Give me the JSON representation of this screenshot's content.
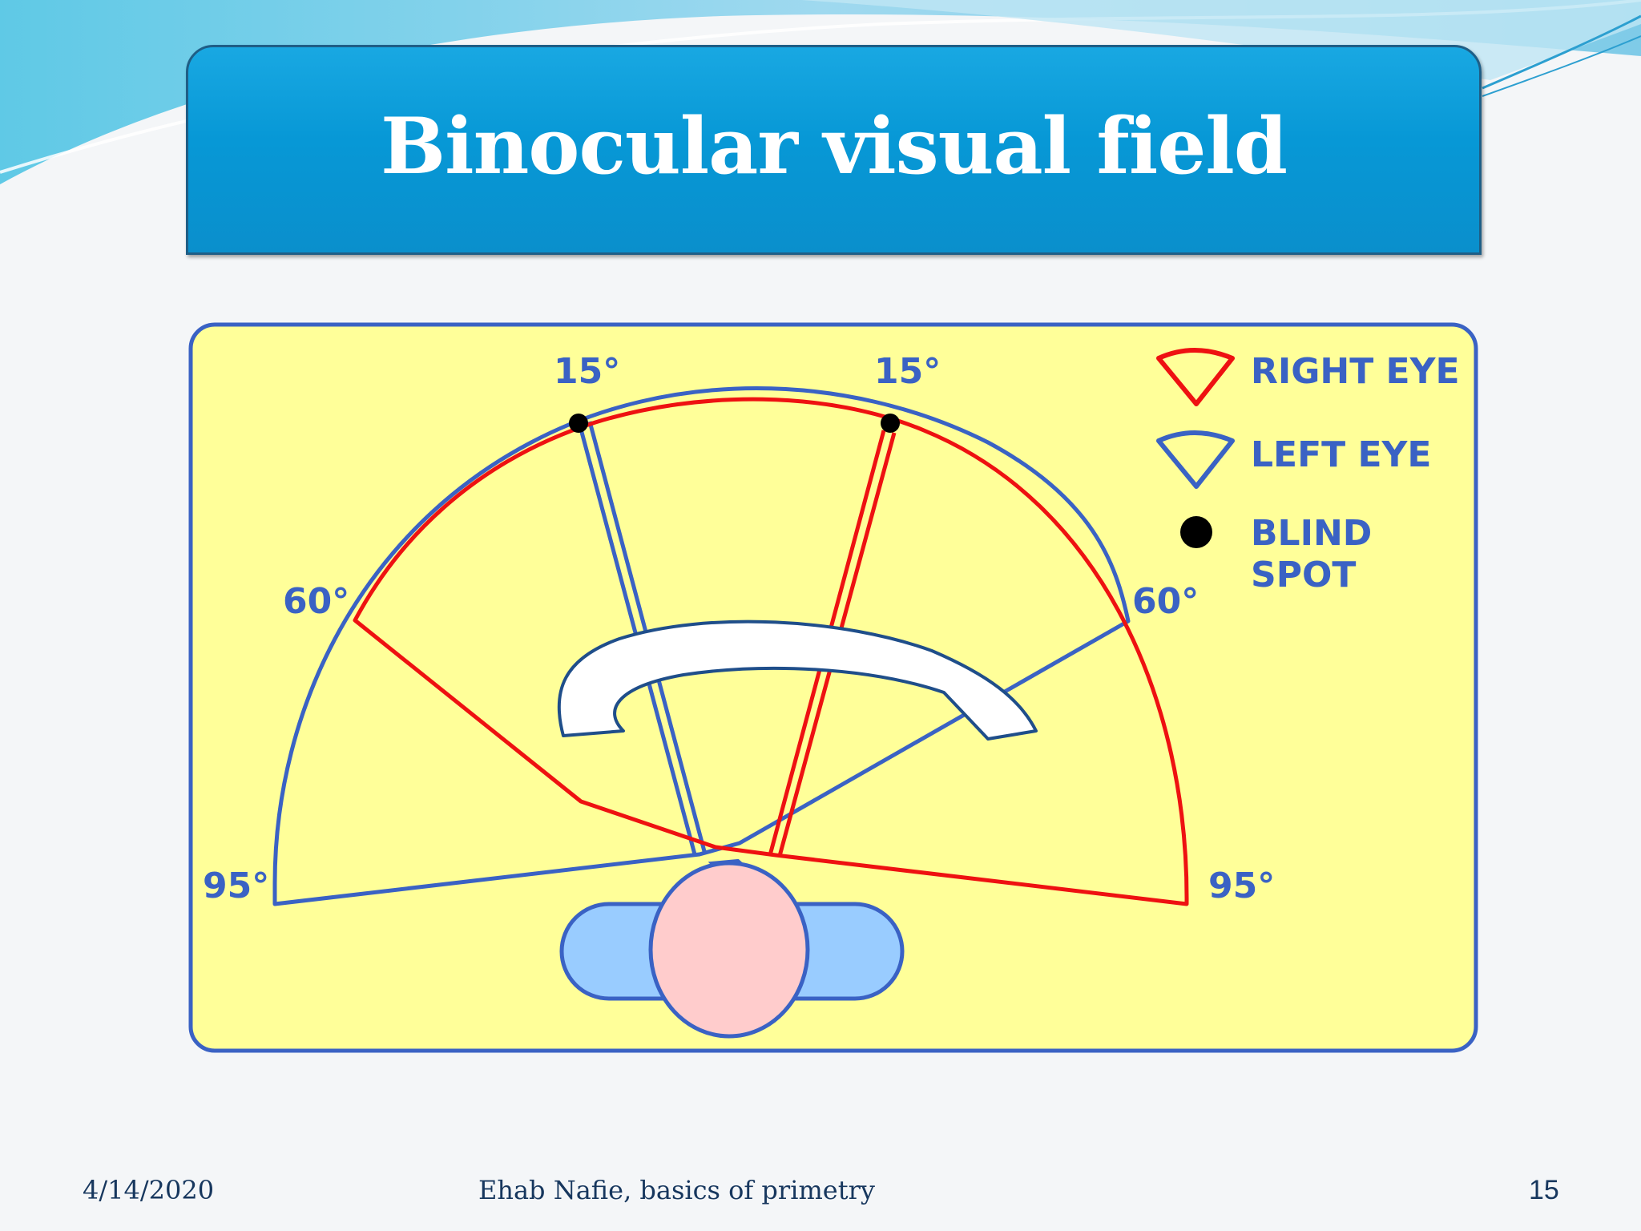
{
  "slide": {
    "title": "Binocular visual field",
    "footer_date": "4/14/2020",
    "footer_author": "Ehab Nafie, basics of primetry",
    "page_number": "15"
  },
  "diagram": {
    "angle_labels": {
      "top_left": "15°",
      "top_right": "15°",
      "mid_left": "60°",
      "mid_right": "60°",
      "bottom_left": "95°",
      "bottom_right": "95°"
    },
    "legend": {
      "right_eye": "RIGHT EYE",
      "left_eye": "LEFT EYE",
      "blind_spot_line1": "BLIND",
      "blind_spot_line2": "SPOT"
    },
    "colors": {
      "right_eye": "#ee1111",
      "left_eye": "#3a62c4",
      "panel": "#ffff99",
      "head": "#ffcccc",
      "shoulders": "#99ccff",
      "title_bar": "#0a9ad8"
    }
  }
}
